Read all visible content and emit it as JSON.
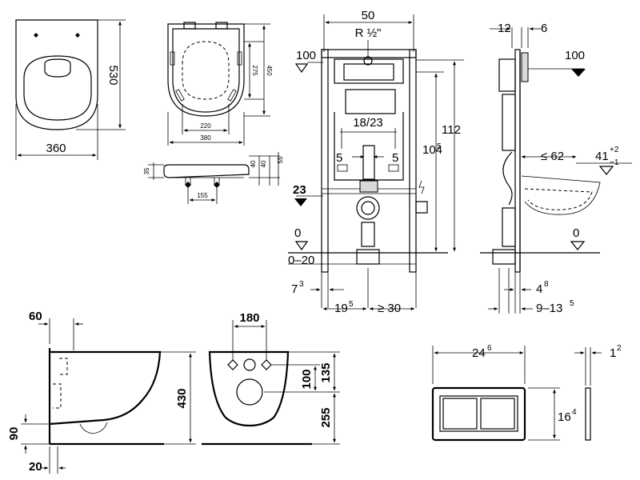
{
  "bowl_top": {
    "width": "360",
    "length": "530"
  },
  "seat_top": {
    "inner_depth": "275",
    "outer_depth": "450",
    "hinge_spacing": "220",
    "width": "380"
  },
  "seat_side": {
    "thickness": "35",
    "h40a": "40",
    "h40b": "40",
    "h55": "55",
    "fix_spacing": "155"
  },
  "frame_front": {
    "width": "50",
    "pipe": "R ½\"",
    "level_100": "100",
    "level_23": "23",
    "level_0": "0",
    "floor_range": "0–20",
    "height_112": "112",
    "height_104_base": "104",
    "height_104_sup": "5",
    "spacing_18_23": "18/23",
    "offset_5_left": "5",
    "offset_5_right": "5",
    "dim_7_base": "7",
    "dim_7_sup": "3",
    "dim_19_base": "19",
    "dim_19_sup": "5",
    "dim_ge30": "≥ 30"
  },
  "frame_side": {
    "depth_12": "12",
    "depth_6": "6",
    "level_100": "100",
    "projection": "≤ 62",
    "level_41": "41",
    "tol_plus": "+2",
    "tol_minus": "−1",
    "level_0": "0",
    "dim_4_base": "4",
    "dim_4_sup": "8",
    "dim_9_base": "9–13",
    "dim_9_sup": "5"
  },
  "bowl_side": {
    "dim_60": "60",
    "height_430": "430",
    "dim_90": "90",
    "dim_20": "20"
  },
  "bowl_back": {
    "bolt_spacing": "180",
    "dim_135": "135",
    "dim_100": "100",
    "dim_255": "255"
  },
  "flush_plate": {
    "width_base": "24",
    "width_sup": "6",
    "height_base": "16",
    "height_sup": "4",
    "depth_base": "1",
    "depth_sup": "2"
  }
}
